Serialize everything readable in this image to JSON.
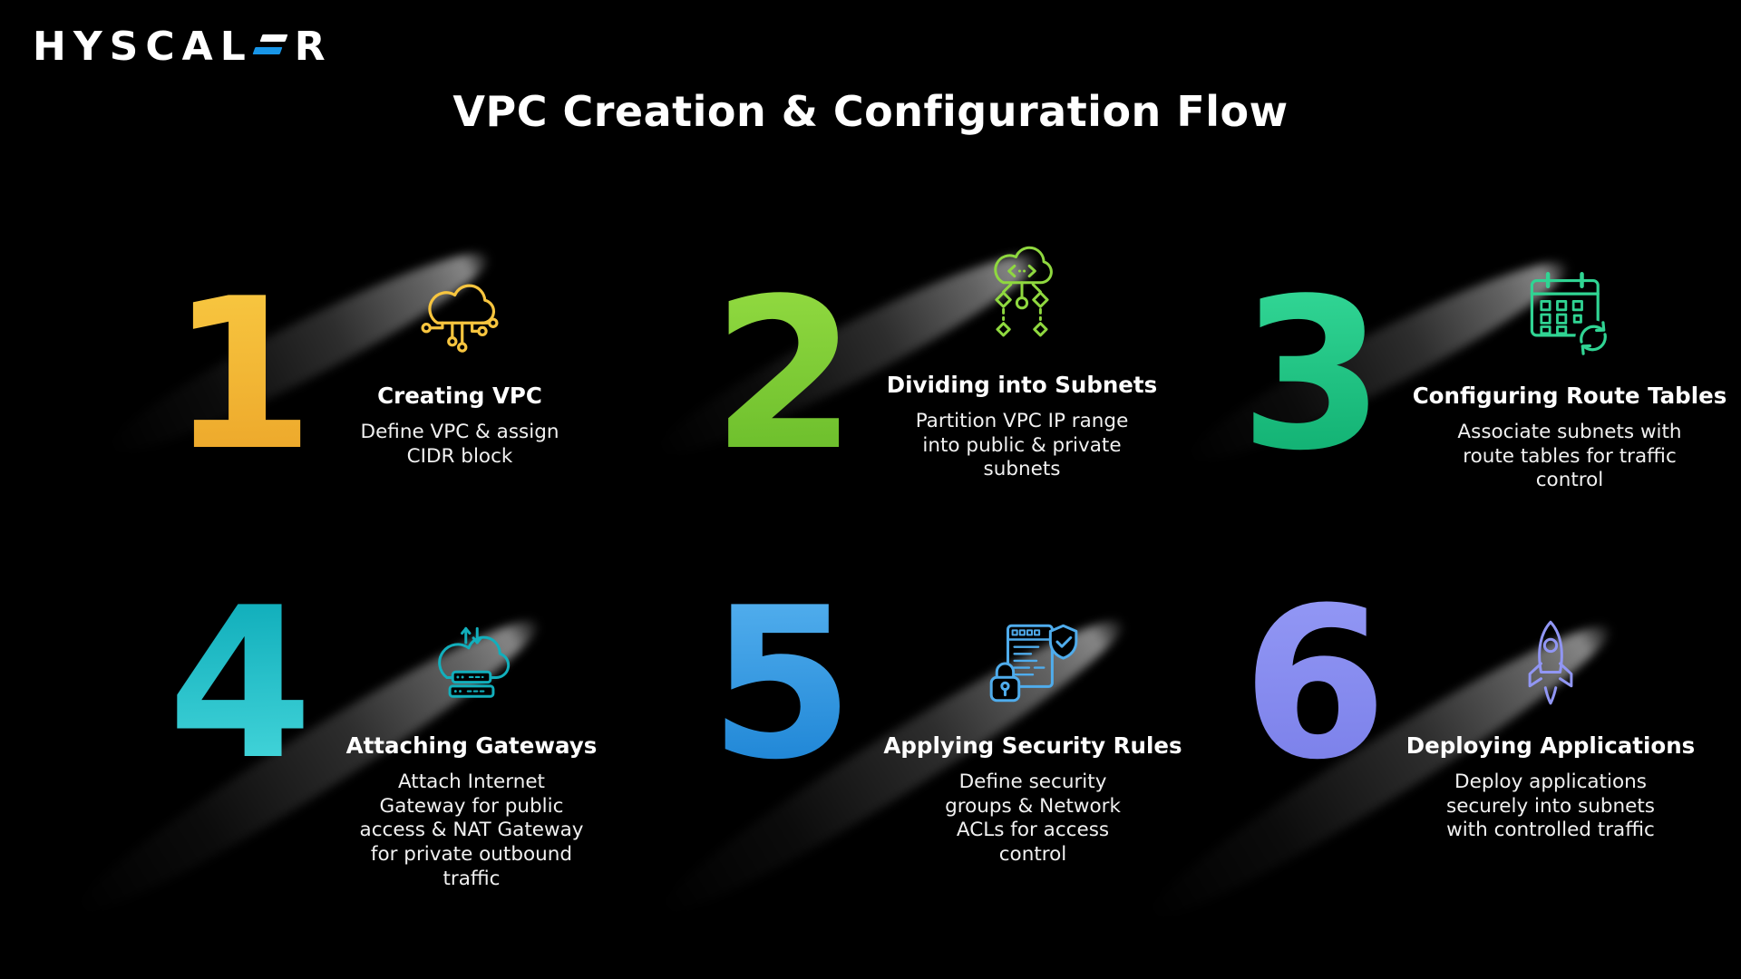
{
  "brand": {
    "text_before_mark": "HYSCAL",
    "text_after_mark": "R",
    "mark_top_color": "#FFFFFF",
    "mark_accent_color": "#1896E8"
  },
  "title": "VPC Creation & Configuration Flow",
  "steps": [
    {
      "number": "1",
      "icon": "cloud-circuit-icon",
      "color": "#F7C53F",
      "color_dark": "#EDA82B",
      "heading": "Creating VPC",
      "body": "Define VPC & assign\nCIDR block"
    },
    {
      "number": "2",
      "icon": "cloud-subnet-tree-icon",
      "color": "#8FD83F",
      "color_dark": "#6CBE2C",
      "heading": "Dividing into Subnets",
      "body": "Partition VPC IP range\ninto public & private\nsubnets"
    },
    {
      "number": "3",
      "icon": "calendar-sync-icon",
      "color": "#30D493",
      "color_dark": "#12B173",
      "heading": "Configuring Route Tables",
      "body": "Associate subnets with\nroute tables for traffic\ncontrol"
    },
    {
      "number": "4",
      "icon": "cloud-gateway-servers-icon",
      "color": "#12AFBC",
      "color_dark": "#42D4D9",
      "heading": "Attaching Gateways",
      "body": "Attach Internet\nGateway for public\naccess & NAT Gateway\nfor private outbound\ntraffic"
    },
    {
      "number": "5",
      "icon": "security-rules-icon",
      "color": "#4FACEC",
      "color_dark": "#1F86D6",
      "heading": "Applying Security Rules",
      "body": "Define security\ngroups & Network\nACLs for access\ncontrol"
    },
    {
      "number": "6",
      "icon": "rocket-icon",
      "color": "#9196F4",
      "color_dark": "#7C81EA",
      "heading": "Deploying Applications",
      "body": "Deploy applications\nsecurely into subnets\nwith controlled traffic"
    }
  ]
}
